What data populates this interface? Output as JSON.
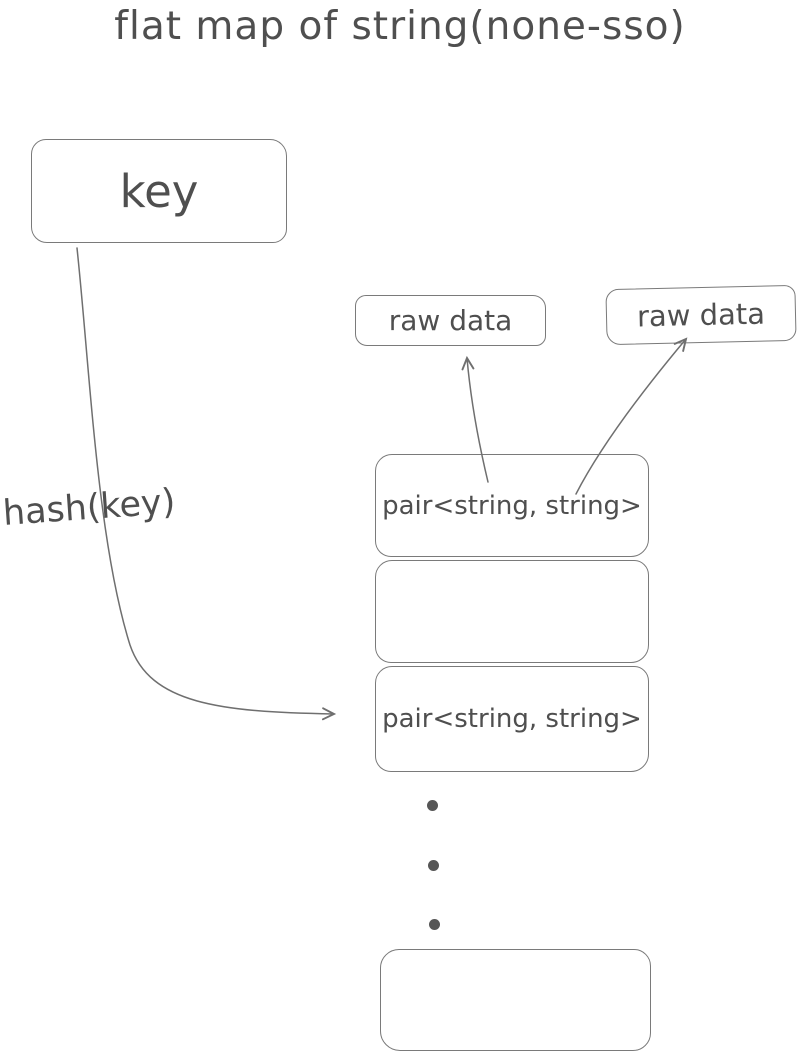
{
  "title": "flat map of string(none-sso)",
  "colors": {
    "stroke": "#7a7a7a",
    "arrow_stroke": "#6f6f6f",
    "text": "#4f4f4f",
    "dot": "#565656",
    "canvas_background": "#ffffff"
  },
  "nodes": {
    "key_box": {
      "label": "key"
    },
    "raw_data_left": {
      "label": "raw data"
    },
    "raw_data_right": {
      "label": "raw data"
    },
    "bucket_slot_1": {
      "label": "pair<string, string>"
    },
    "bucket_slot_2": {
      "label": ""
    },
    "bucket_slot_3": {
      "label": "pair<string, string>"
    },
    "bucket_slot_last": {
      "label": ""
    }
  },
  "edges": {
    "hash_arrow": {
      "label": "hash(key)",
      "from": "key_box",
      "to": "bucket_slot_3"
    },
    "slot1_to_raw_left": {
      "label": "",
      "from": "bucket_slot_1",
      "to": "raw_data_left"
    },
    "slot1_to_raw_right": {
      "label": "",
      "from": "bucket_slot_1",
      "to": "raw_data_right"
    }
  },
  "ellipsis": {
    "dot_count": 3
  }
}
